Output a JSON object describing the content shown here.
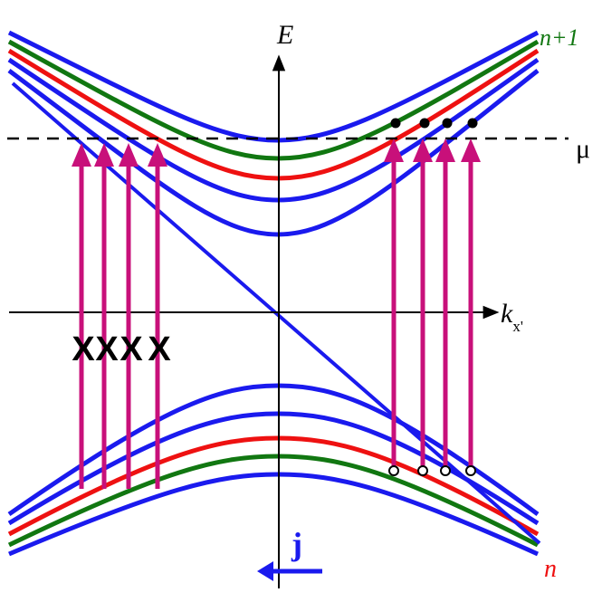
{
  "labels": {
    "energy_axis": "E",
    "momentum_axis": "k",
    "momentum_subscript": "x'",
    "chemical_potential": "μ",
    "upper_level": "n+1",
    "lower_level": "n",
    "current": "j",
    "blocked_marker": "X"
  },
  "colors": {
    "blue": "#1a1aee",
    "red": "#ee1111",
    "green": "#117711",
    "arrow": "#c8107a",
    "axis": "#000000",
    "dashed": "#000000"
  },
  "blocked_count": 4
}
